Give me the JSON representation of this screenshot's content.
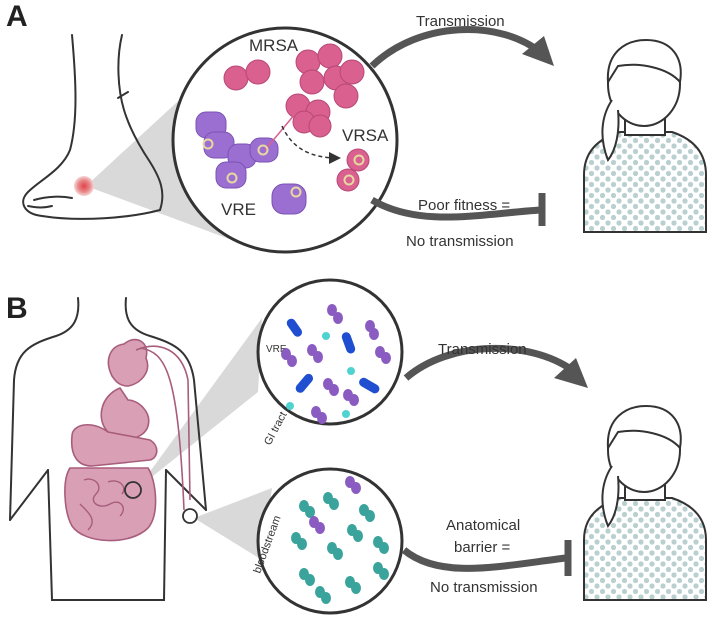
{
  "panel_a": {
    "letter": "A",
    "bacteria": {
      "mrsa": "MRSA",
      "vrsa": "VRSA",
      "vre": "VRE"
    },
    "transmission_label": "Transmission",
    "block_label_line1": "Poor fitness =",
    "block_label_line2": "No transmission"
  },
  "panel_b": {
    "letter": "B",
    "gut_circle_label": "VRE",
    "gut_caption": "GI tract",
    "blood_caption": "bloodstream",
    "transmission_label": "Transmission",
    "block_label_line1": "Anatomical",
    "block_label_line2": "barrier =",
    "block_label_line3": "No transmission"
  },
  "colors": {
    "outline": "#333333",
    "arrow": "#555555",
    "mrsa_pink": "#d9608f",
    "vre_purple": "#9b6fd1",
    "enterococcus_dark_purple": "#8a5cc2",
    "blue_rods": "#1f4fd0",
    "teal_cocci": "#3aa39c",
    "cyan_dots": "#4fd3d0",
    "organ_pink": "#d99fb4",
    "gown_dots": "#b9cfd0",
    "wound_red": "#d94a4a"
  }
}
